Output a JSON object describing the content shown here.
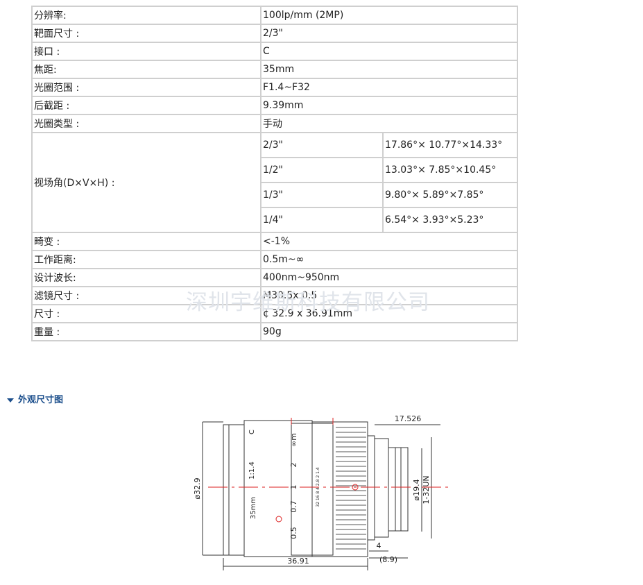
{
  "specs": [
    {
      "label": "分辨率:",
      "value": "100lp/mm (2MP)"
    },
    {
      "label": "靶面尺寸 :",
      "value": "2/3\""
    },
    {
      "label": "接口 :",
      "value": "C"
    },
    {
      "label": "焦距:",
      "value": "35mm"
    },
    {
      "label": "光圈范围 :",
      "value": "F1.4~F32"
    },
    {
      "label": "后截距 :",
      "value": "9.39mm"
    },
    {
      "label": "光圈类型 :",
      "value": "手动"
    }
  ],
  "fov": {
    "label": "视场角(D×V×H) :",
    "rows": [
      {
        "sensor": "2/3\"",
        "angles": "17.86°× 10.77°×14.33°"
      },
      {
        "sensor": "1/2\"",
        "angles": "13.03°× 7.85°×10.45°"
      },
      {
        "sensor": "1/3\"",
        "angles": "9.80°× 5.89°×7.85°"
      },
      {
        "sensor": "1/4\"",
        "angles": "6.54°× 3.93°×5.23°"
      }
    ]
  },
  "specs2": [
    {
      "label": "畸变 :",
      "value": "<-1%"
    },
    {
      "label": "工作距离:",
      "value": " 0.5m~∞"
    },
    {
      "label": "设计波长:",
      "value": "400nm~950nm"
    },
    {
      "label": "滤镜尺寸 :",
      "value": "M30.5x 0.5"
    },
    {
      "label": "尺寸 :",
      "value": "¢ 32.9 x 36.91mm"
    },
    {
      "label": "重量 :",
      "value": "90g"
    }
  ],
  "watermark": "深圳宇维斯科技有限公司",
  "section_title": "外观尺寸图",
  "drawing": {
    "dim_length": "36.91",
    "dim_diameter": "ø32.9",
    "dim_flange": "17.526",
    "dim_thread_dia": "ø19.4",
    "dim_thread": "1-32UN",
    "dim_4": "4",
    "dim_back": "(8.9)",
    "ring_focus": [
      "∞m",
      "2",
      "1",
      "0.7",
      "0.5"
    ],
    "ring_iris_marks": "32 16 8 4 2.8 2 1.4",
    "barrel_c": "C",
    "barrel_ratio": "1:1.4",
    "barrel_focal": "35mm"
  }
}
